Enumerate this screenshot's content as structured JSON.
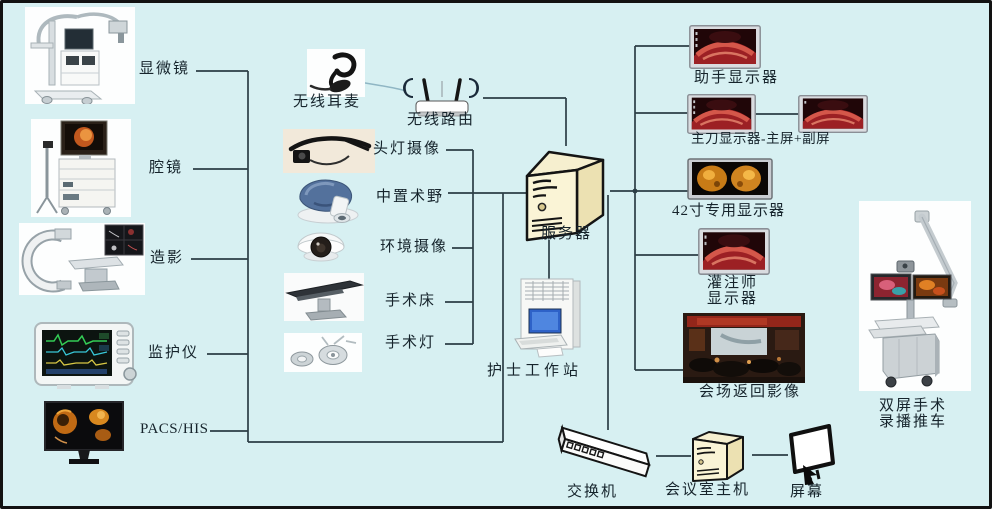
{
  "diagram": {
    "sources": {
      "microscope": "显微镜",
      "endoscope": "腔镜",
      "angiography": "造影",
      "patient_monitor": "监护仪",
      "pacs": "PACS/HIS"
    },
    "or_room": {
      "wireless_mic": "无线耳麦",
      "wireless_router": "无线路由",
      "headlamp_camera": "头灯摄像",
      "central_field_camera": "中置术野",
      "room_camera": "环境摄像",
      "operating_table": "手术床",
      "operating_lamp": "手术灯"
    },
    "core": {
      "server": "服务器",
      "nurse_workstation": "护士工作站"
    },
    "displays": {
      "assistant": "助手显示器",
      "chief_surgeon": "主刀显示器-主屏+副屏",
      "dedicated_42": "42寸专用显示器",
      "perfusionist_line1": "灌注师",
      "perfusionist_line2": "显示器",
      "venue_return": "会场返回影像"
    },
    "recording_cart": {
      "line1": "双屏手术",
      "line2": "录播推车"
    },
    "conference_room": {
      "switch": "交换机",
      "host": "会议室主机",
      "projection_screen": "屏幕"
    },
    "colors": {
      "background": "#d7f0f2",
      "line": "#2c3e46",
      "server_body": "#f6efcf",
      "endo_red": "#9c2024",
      "amber": "#d08420"
    }
  }
}
